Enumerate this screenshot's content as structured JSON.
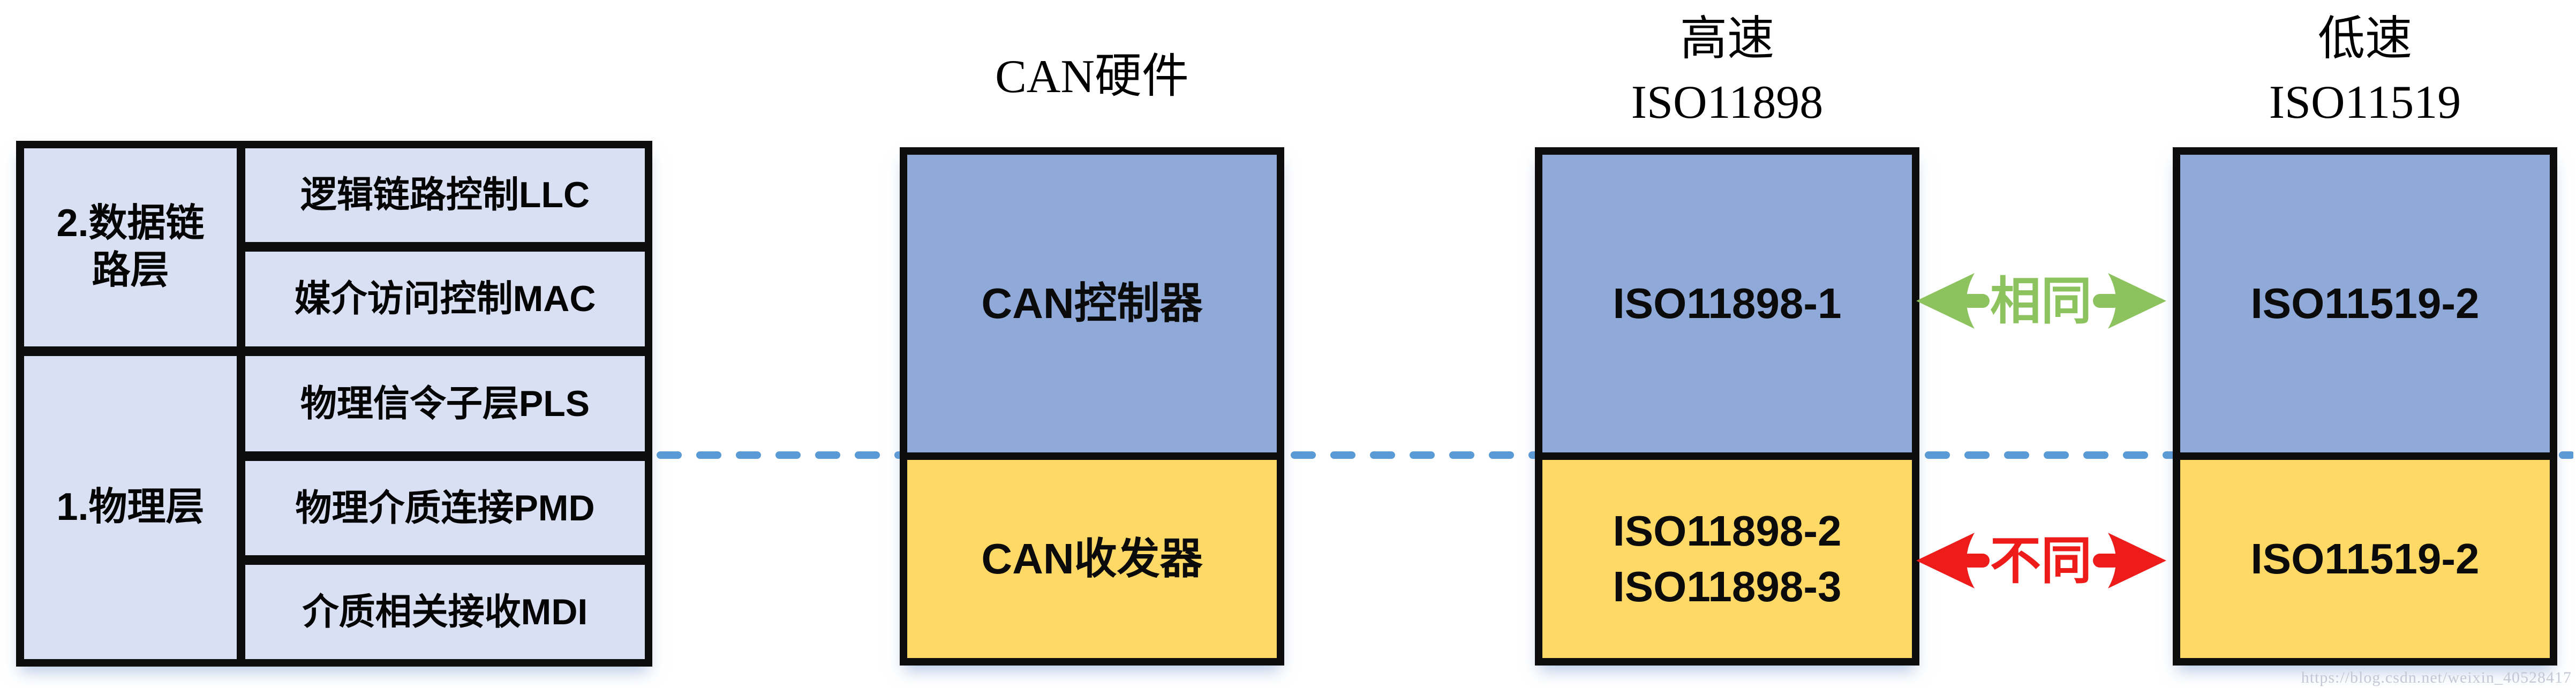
{
  "colors": {
    "black": "#0d0d0d",
    "lavender": "#dae0f3",
    "blue": "#8faad9",
    "yellow": "#ffd966",
    "dash": "#5b9bd5",
    "green": "#8dc35f",
    "red": "#ee1b1b",
    "wm": "#c3c8d4"
  },
  "osi_table": {
    "groups": [
      {
        "lines": [
          "2.数据链",
          "路层"
        ],
        "rows": [
          "逻辑链路控制LLC",
          "媒介访问控制MAC"
        ]
      },
      {
        "lines": [
          "1.物理层"
        ],
        "rows": [
          "物理信令子层PLS",
          "物理介质连接PMD",
          "介质相关接收MDI"
        ]
      }
    ]
  },
  "hardware": {
    "title": "CAN硬件",
    "top": "CAN控制器",
    "bottom": "CAN收发器"
  },
  "highspeed": {
    "title_lines": [
      "高速",
      "ISO11898"
    ],
    "top": "ISO11898-1",
    "bottom_lines": [
      "ISO11898-2",
      "ISO11898-3"
    ]
  },
  "lowspeed": {
    "title_lines": [
      "低速",
      "ISO11519"
    ],
    "top": "ISO11519-2",
    "bottom": "ISO11519-2"
  },
  "arrows": {
    "same": "相同",
    "different": "不同"
  },
  "watermark": "https://blog.csdn.net/weixin_40528417"
}
